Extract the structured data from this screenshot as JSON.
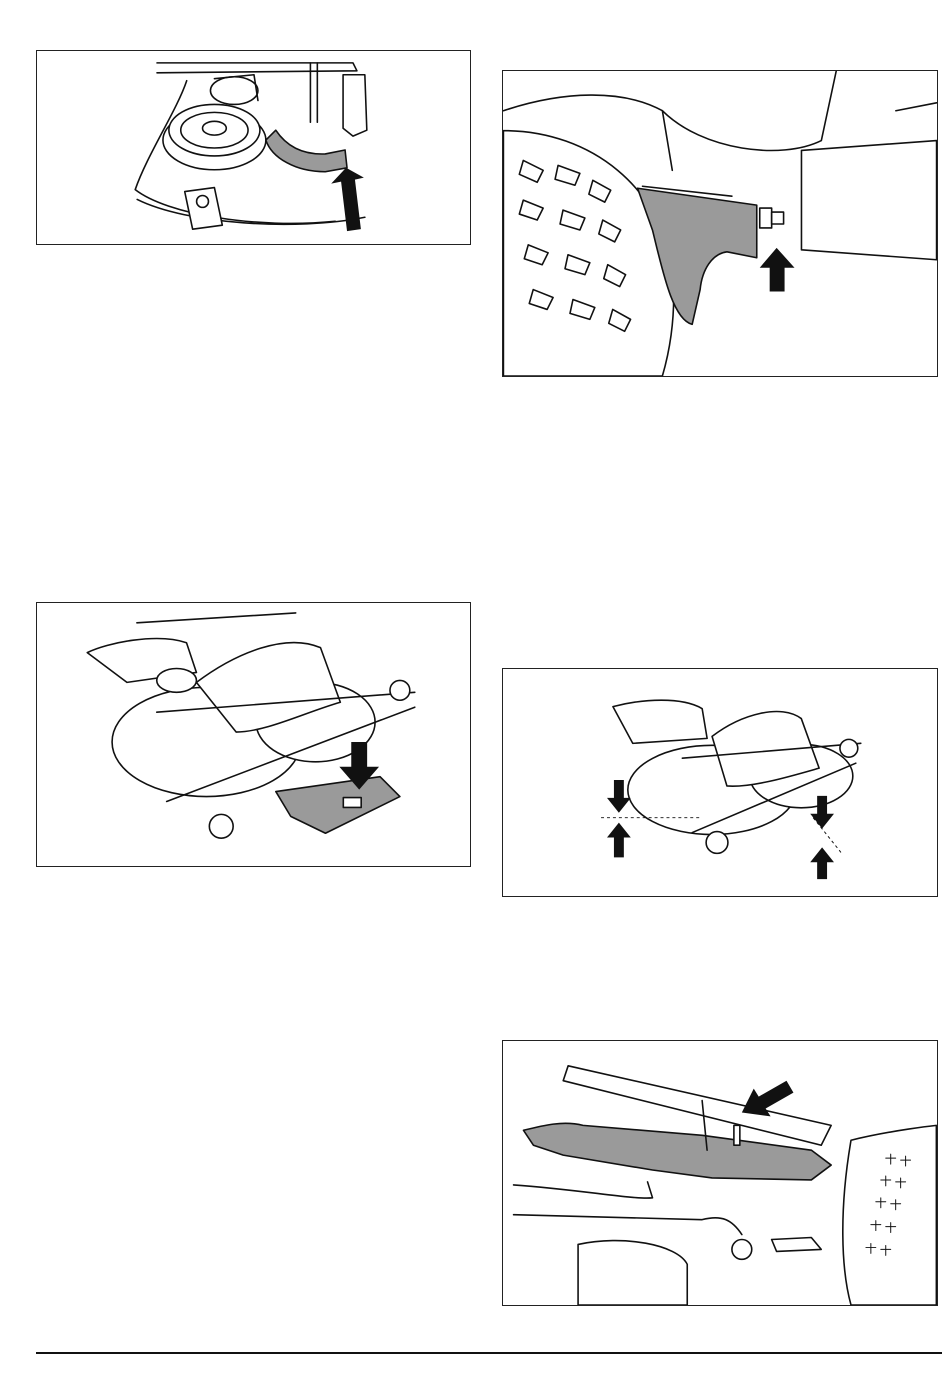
{
  "page": {
    "background": "#ffffff",
    "line_color": "#111111",
    "highlight_fill": "#9a9a9a"
  },
  "figures": [
    {
      "id": "fig-belt-tensioner",
      "icon": "pulley-lever-up-arrow-illustration"
    },
    {
      "id": "fig-wheel-bracket",
      "icon": "wheel-bracket-up-arrow-illustration"
    },
    {
      "id": "fig-deck-block",
      "icon": "mower-deck-block-down-arrow-illustration"
    },
    {
      "id": "fig-deck-level",
      "icon": "mower-deck-level-arrows-illustration"
    },
    {
      "id": "fig-deck-chain",
      "icon": "deck-lift-chain-arrow-illustration"
    }
  ]
}
